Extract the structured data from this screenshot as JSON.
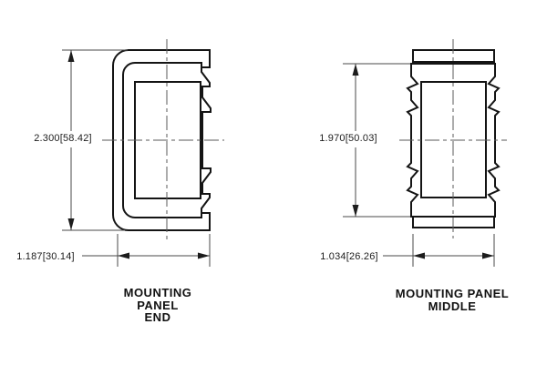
{
  "drawing": {
    "figures": [
      {
        "id": "mounting-panel-end",
        "title_lines": [
          "MOUNTING",
          "PANEL",
          "END"
        ],
        "vertical_dim": "2.300[58.42]",
        "horizontal_dim": "1.187[30.14]"
      },
      {
        "id": "mounting-panel-middle",
        "title_lines": [
          "MOUNTING PANEL",
          "MIDDLE"
        ],
        "vertical_dim": "1.970[50.03]",
        "horizontal_dim": "1.034[26.26]"
      }
    ],
    "colors": {
      "outline": "#141414",
      "thin_lines": "#4a4a4a",
      "background": "#ffffff"
    }
  }
}
